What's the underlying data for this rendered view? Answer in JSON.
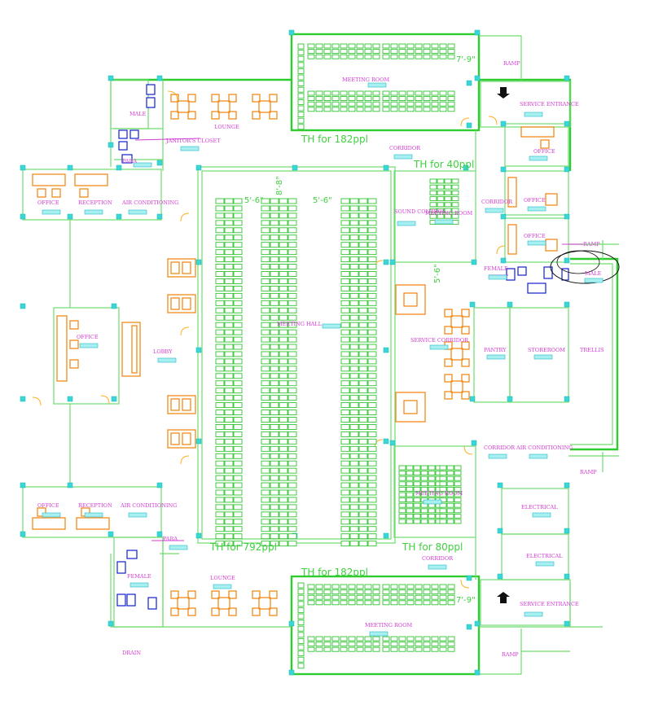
{
  "labels": {
    "lounge_top": "LOUNGE",
    "janitor": "JANITOR'S CLOSET",
    "male_top": "MALE",
    "para_top": "PARA",
    "office_left": "OFFICE",
    "reception_left": "RECEPTION",
    "aircon_left": "AIR CONDITIONING",
    "office_mid_left": "OFFICE",
    "lobby": "LOBBY",
    "office_bl": "OFFICE",
    "reception_bl": "RECEPTION",
    "aircon_bl": "AIR CONDITIONING",
    "para_bottom": "PARA",
    "female_bottom": "FEMALE",
    "lounge_bottom": "LOUNGE",
    "drain": "DRAIN",
    "meeting_room_top": "MEETING ROOM",
    "meeting_room_bottom": "MEETING ROOM",
    "meeting_hall": "MEETING HALL",
    "corridor_top": "CORRIDOR",
    "corridor_bottom": "CORRIDOR",
    "sound_control": "SOUND CONTROL",
    "meeting_room_40": "MEETING ROOM",
    "meeting_room_80": "MEETING ROOM",
    "service_corridor": "SERVICE CORRIDOR",
    "ramp_top": "RAMP",
    "service_entrance_top": "SERVICE ENTRANCE",
    "office_r1": "OFFICE",
    "office_r2": "OFFICE",
    "office_r3": "OFFICE",
    "corridor_r": "CORRIDOR",
    "ramp_r": "RAMP",
    "female_r": "FEMALE",
    "male_r": "MALE",
    "pantry": "PANTRY",
    "storeroom": "STOREROOM",
    "trellis": "TRELLIS",
    "corridor_r2": "CORRIDOR",
    "aircon_r": "AIR CONDITIONING",
    "ramp_r2": "RAMP",
    "electrical_1": "ELECTRICAL",
    "electrical_2": "ELECTRICAL",
    "service_entrance_bottom": "SERVICE ENTRANCE",
    "ramp_bottom": "RAMP"
  },
  "capacity": {
    "th_182_top": "TH for 182ppl",
    "th_40": "TH for 40ppl",
    "th_792": "TH for 792ppl",
    "th_80": "TH for 80ppl",
    "th_182_bottom": "TH for 182ppl"
  },
  "dimensions": {
    "d_top": "7'-9\"",
    "d_bottom": "7'-9\"",
    "d_hall": "8'-8\"",
    "d_aisle1": "5'-6\"",
    "d_aisle2": "5'-6\"",
    "d_side": "5'-6\""
  },
  "colors": {
    "wall": "#6fdc6f",
    "seat": "#31c331",
    "furniture": "#f08a1a",
    "label": "#d23cd2",
    "column": "#39d8d8",
    "fixture": "#1020d0"
  }
}
